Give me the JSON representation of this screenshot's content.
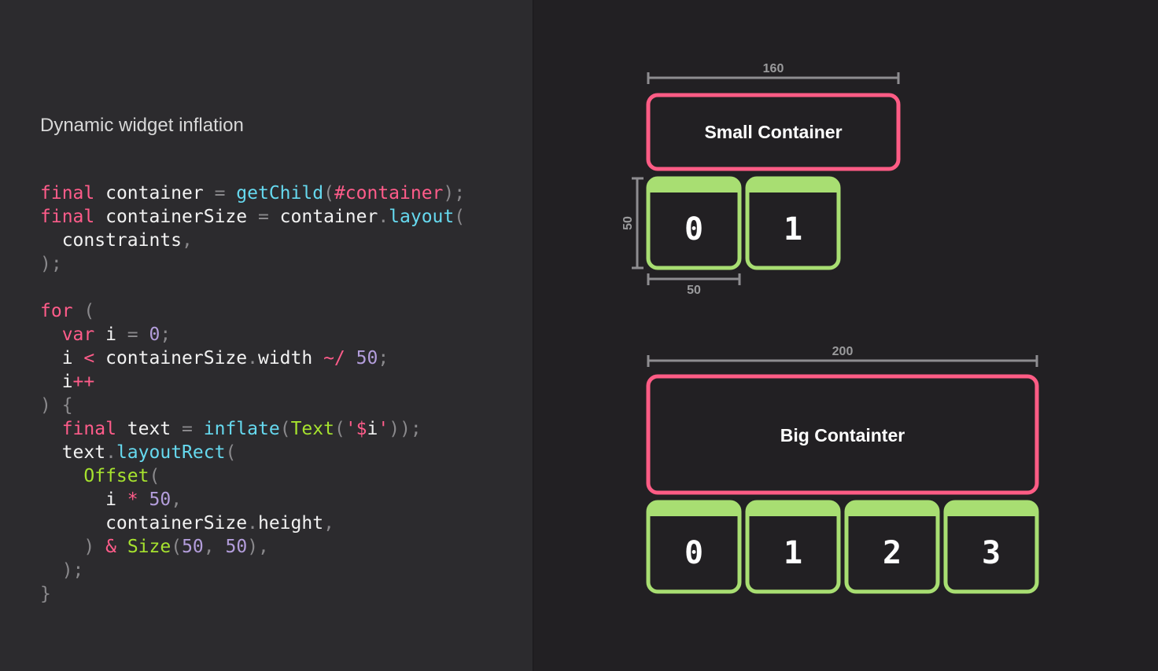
{
  "heading": "Dynamic widget inflation",
  "code_lines": [
    [
      [
        "kw",
        "final"
      ],
      [
        "plain",
        " container "
      ],
      [
        "punct",
        "="
      ],
      [
        "plain",
        " "
      ],
      [
        "fn",
        "getChild"
      ],
      [
        "punct",
        "("
      ],
      [
        "kw",
        "#container"
      ],
      [
        "punct",
        ");"
      ]
    ],
    [
      [
        "kw",
        "final"
      ],
      [
        "plain",
        " containerSize "
      ],
      [
        "punct",
        "="
      ],
      [
        "plain",
        " container"
      ],
      [
        "punct",
        "."
      ],
      [
        "fn",
        "layout"
      ],
      [
        "punct",
        "("
      ]
    ],
    [
      [
        "plain",
        "  constraints"
      ],
      [
        "punct",
        ","
      ]
    ],
    [
      [
        "punct",
        ");"
      ]
    ],
    [],
    [
      [
        "kw",
        "for"
      ],
      [
        "plain",
        " "
      ],
      [
        "punct",
        "("
      ]
    ],
    [
      [
        "plain",
        "  "
      ],
      [
        "kw",
        "var"
      ],
      [
        "plain",
        " i "
      ],
      [
        "punct",
        "="
      ],
      [
        "plain",
        " "
      ],
      [
        "num",
        "0"
      ],
      [
        "punct",
        ";"
      ]
    ],
    [
      [
        "plain",
        "  i "
      ],
      [
        "op",
        "<"
      ],
      [
        "plain",
        " containerSize"
      ],
      [
        "punct",
        "."
      ],
      [
        "plain",
        "width "
      ],
      [
        "op",
        "~/"
      ],
      [
        "plain",
        " "
      ],
      [
        "num",
        "50"
      ],
      [
        "punct",
        ";"
      ]
    ],
    [
      [
        "plain",
        "  i"
      ],
      [
        "op",
        "++"
      ]
    ],
    [
      [
        "punct",
        ")"
      ],
      [
        "plain",
        " "
      ],
      [
        "punct",
        "{"
      ]
    ],
    [
      [
        "plain",
        "  "
      ],
      [
        "kw",
        "final"
      ],
      [
        "plain",
        " text "
      ],
      [
        "punct",
        "="
      ],
      [
        "plain",
        " "
      ],
      [
        "fn",
        "inflate"
      ],
      [
        "punct",
        "("
      ],
      [
        "cls",
        "Text"
      ],
      [
        "punct",
        "("
      ],
      [
        "str",
        "'$"
      ],
      [
        "plain",
        "i"
      ],
      [
        "str",
        "'"
      ],
      [
        "punct",
        "));"
      ]
    ],
    [
      [
        "plain",
        "  text"
      ],
      [
        "punct",
        "."
      ],
      [
        "fn",
        "layoutRect"
      ],
      [
        "punct",
        "("
      ]
    ],
    [
      [
        "plain",
        "    "
      ],
      [
        "cls",
        "Offset"
      ],
      [
        "punct",
        "("
      ]
    ],
    [
      [
        "plain",
        "      i "
      ],
      [
        "op",
        "*"
      ],
      [
        "plain",
        " "
      ],
      [
        "num",
        "50"
      ],
      [
        "punct",
        ","
      ]
    ],
    [
      [
        "plain",
        "      containerSize"
      ],
      [
        "punct",
        "."
      ],
      [
        "plain",
        "height"
      ],
      [
        "punct",
        ","
      ]
    ],
    [
      [
        "plain",
        "    "
      ],
      [
        "punct",
        ")"
      ],
      [
        "plain",
        " "
      ],
      [
        "op",
        "&"
      ],
      [
        "plain",
        " "
      ],
      [
        "cls",
        "Size"
      ],
      [
        "punct",
        "("
      ],
      [
        "num",
        "50"
      ],
      [
        "punct",
        ","
      ],
      [
        "plain",
        " "
      ],
      [
        "num",
        "50"
      ],
      [
        "punct",
        "),"
      ]
    ],
    [
      [
        "plain",
        "  "
      ],
      [
        "punct",
        ");"
      ]
    ],
    [
      [
        "punct",
        "}"
      ]
    ]
  ],
  "colors": {
    "container_border": "#ff5c85",
    "cell_border": "#a8de72",
    "dim_line": "#8e8d90",
    "bg": "#222023"
  },
  "small": {
    "width_label": "160",
    "title": "Small Container",
    "height_label": "50",
    "cell_width_label": "50",
    "cells": [
      "0",
      "1"
    ]
  },
  "big": {
    "width_label": "200",
    "title": "Big Containter",
    "cells": [
      "0",
      "1",
      "2",
      "3"
    ]
  }
}
